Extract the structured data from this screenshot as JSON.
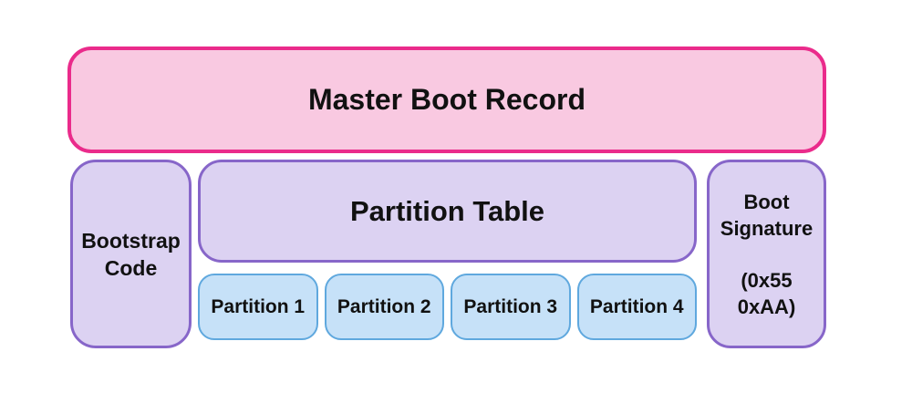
{
  "diagram": {
    "mbr_label": "Master Boot Record",
    "bootstrap_code_label": "Bootstrap Code",
    "partition_table_label": "Partition Table",
    "partitions": [
      {
        "label": "Partition 1"
      },
      {
        "label": "Partition 2"
      },
      {
        "label": "Partition 3"
      },
      {
        "label": "Partition 4"
      }
    ],
    "boot_signature": {
      "label": "Boot Signature",
      "code": "(0x55 0xAA)"
    }
  },
  "colors": {
    "background": "#FFFFFF",
    "mbr_fill": "#F9C9E1",
    "mbr_border": "#EA2B8B",
    "purple_fill": "#DCD2F2",
    "purple_border": "#8766C9",
    "blue_fill": "#C6E1F8",
    "blue_border": "#5FA8DE",
    "text": "#111111"
  }
}
